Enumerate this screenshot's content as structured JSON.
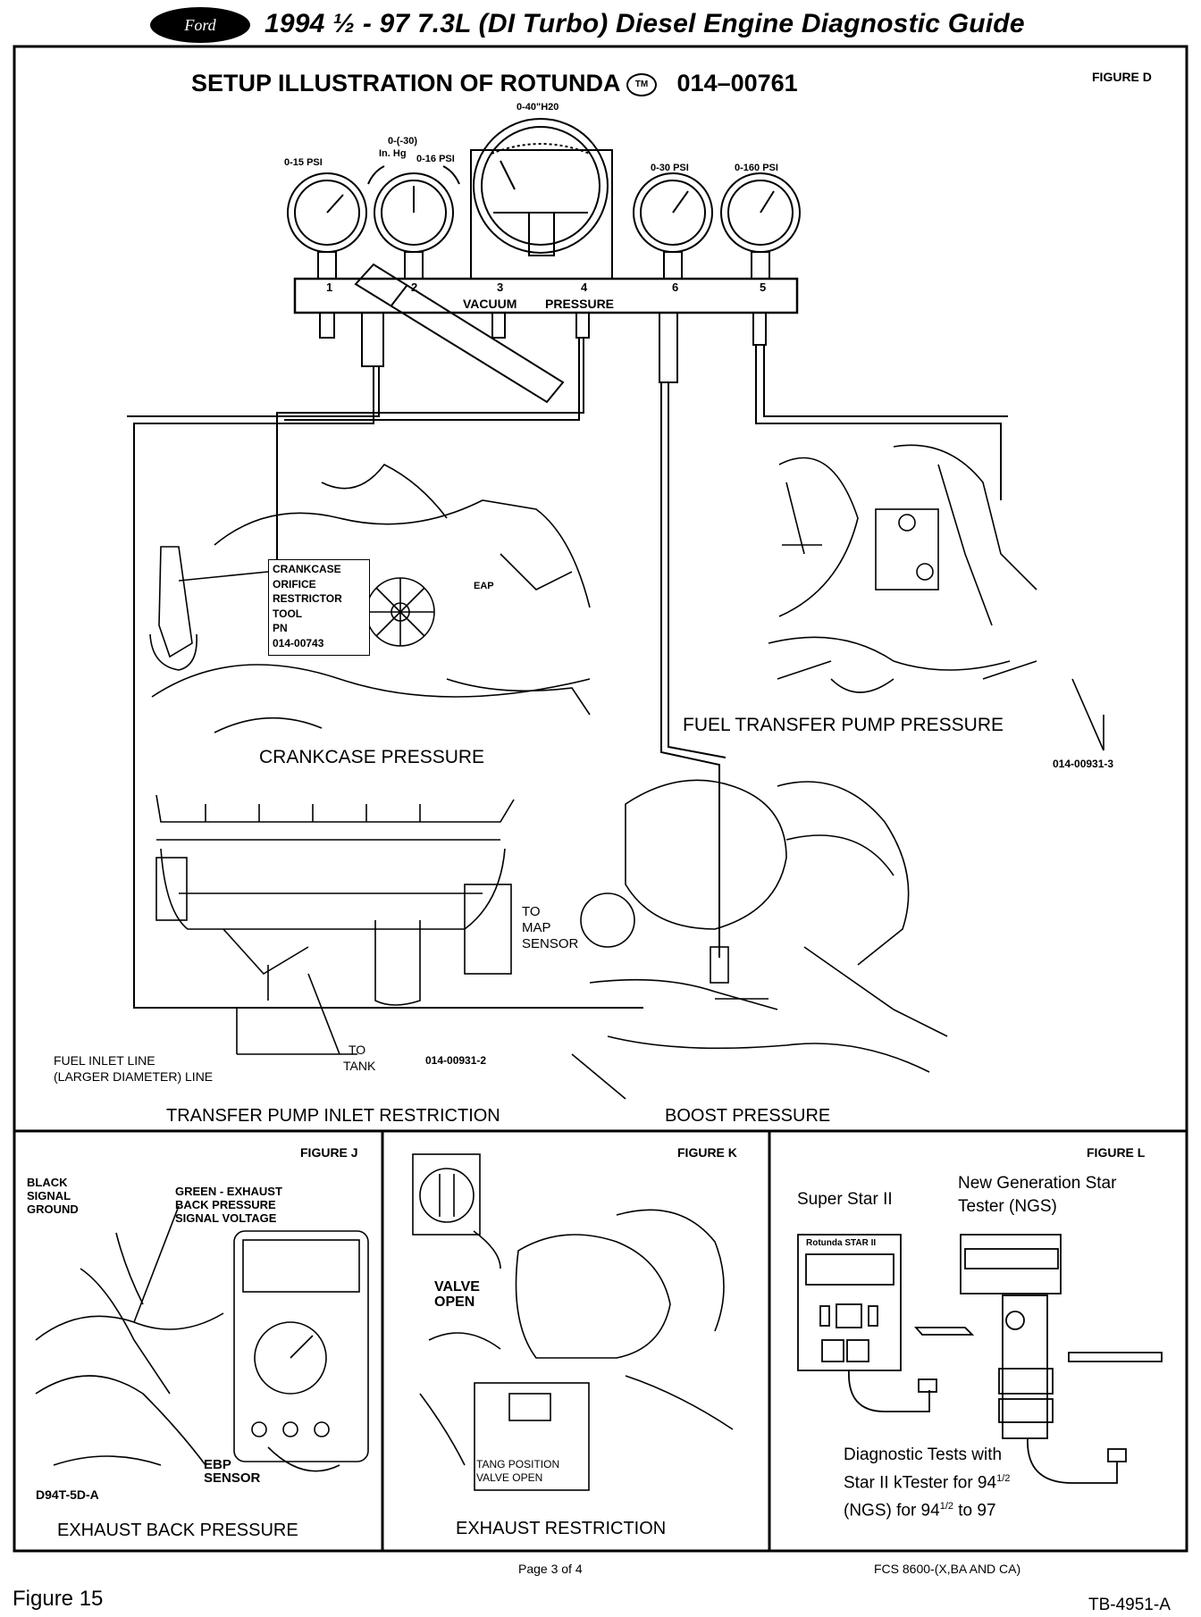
{
  "header": {
    "logo_text": "Ford",
    "title": "1994 ½ - 97 7.3L (DI Turbo) Diesel Engine Diagnostic Guide"
  },
  "setup": {
    "title": "SETUP ILLUSTRATION OF ROTUNDA",
    "tm": "TM",
    "part_no": "014–00761",
    "figure_label": "FIGURE D",
    "gauges": {
      "g1": "0-15 PSI",
      "g2_top": "0-(-30)",
      "g2_mid": "In. Hg",
      "g2_right": "0-16 PSI",
      "g3": "0-40\"H20",
      "g4": "0-30 PSI",
      "g5": "0-160 PSI"
    },
    "ports": [
      "1",
      "2",
      "3",
      "4",
      "6",
      "5"
    ],
    "vacuum": "VACUUM",
    "pressure": "PRESSURE"
  },
  "crankcase": {
    "tool_label": [
      "CRANKCASE",
      "ORIFICE",
      "RESTRICTOR",
      "TOOL",
      "PN",
      "014-00743"
    ],
    "caption": "CRANKCASE PRESSURE",
    "eap": "EAP"
  },
  "fuel_transfer": {
    "caption": "FUEL TRANSFER PUMP PRESSURE",
    "part": "014-00931-3"
  },
  "inlet": {
    "to_map": [
      "TO",
      "MAP",
      "SENSOR"
    ],
    "fuel_inlet": [
      "FUEL INLET LINE",
      "(LARGER DIAMETER) LINE"
    ],
    "to_tank": [
      "TO",
      "TANK"
    ],
    "part": "014-00931-2",
    "caption": "TRANSFER PUMP INLET RESTRICTION"
  },
  "boost": {
    "caption": "BOOST PRESSURE"
  },
  "figure_j": {
    "label": "FIGURE J",
    "black_signal": [
      "BLACK",
      "SIGNAL",
      "GROUND"
    ],
    "green_exhaust": [
      "GREEN - EXHAUST",
      "BACK PRESSURE",
      "SIGNAL VOLTAGE"
    ],
    "ebp": [
      "EBP",
      "SENSOR"
    ],
    "code": "D94T-5D-A",
    "caption": "EXHAUST BACK PRESSURE"
  },
  "figure_k": {
    "label": "FIGURE K",
    "valve_open": [
      "VALVE",
      "OPEN"
    ],
    "tang": [
      "TANG POSITION",
      "VALVE OPEN"
    ],
    "caption": "EXHAUST RESTRICTION"
  },
  "figure_l": {
    "label": "FIGURE L",
    "super_star": "Super Star II",
    "ngs": [
      "New Generation Star",
      "Tester (NGS)"
    ],
    "rotunda": "Rotunda STAR II",
    "diag": [
      "Diagnostic Tests with",
      "Star II kTester for 94",
      "(NGS) for 94",
      "to 97"
    ],
    "half": "1/2"
  },
  "footer": {
    "page": "Page 3 of 4",
    "fcs": "FCS 8600-(X,BA AND CA)",
    "figure": "Figure 15",
    "tb": "TB-4951-A"
  }
}
